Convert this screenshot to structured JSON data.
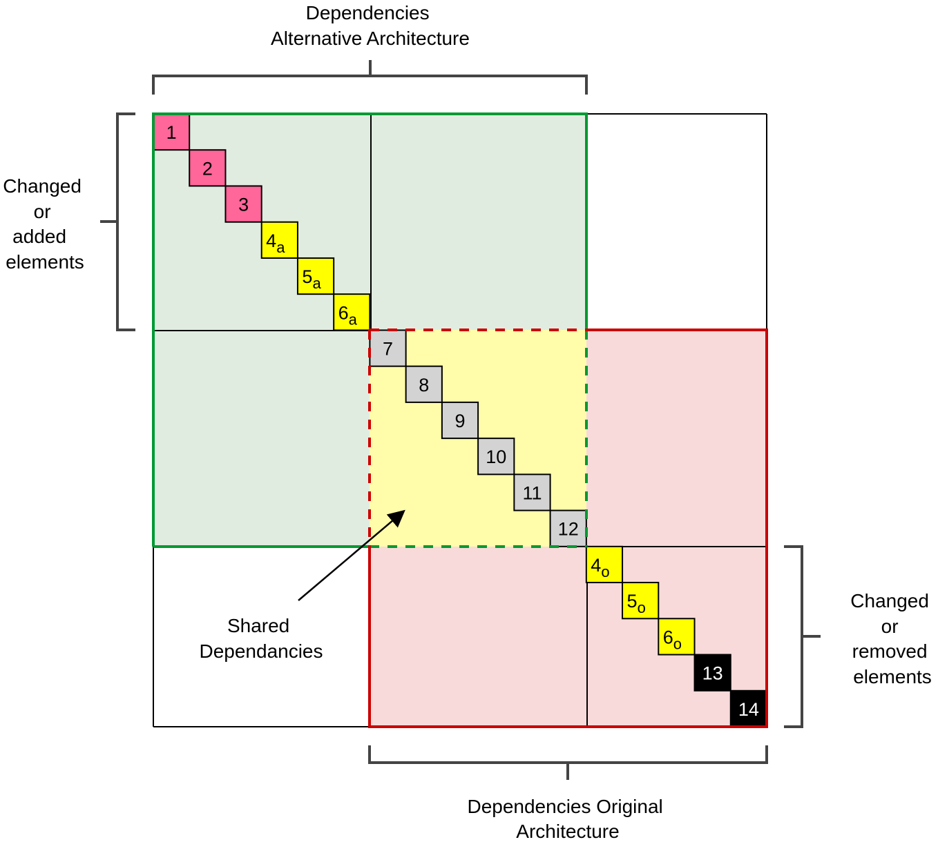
{
  "labels": {
    "top": [
      "Dependencies",
      "Alternative Architecture"
    ],
    "bottom": [
      "Dependencies Original",
      "Architecture"
    ],
    "left": [
      "Changed",
      "or",
      "added",
      "elements"
    ],
    "right": [
      "Changed",
      "or",
      "removed",
      "elements"
    ],
    "shared": [
      "Shared",
      "Dependancies"
    ]
  },
  "cells": [
    {
      "main": "1",
      "sub": "",
      "color": "#ff6699",
      "text_color": "#000000"
    },
    {
      "main": "2",
      "sub": "",
      "color": "#ff6699",
      "text_color": "#000000"
    },
    {
      "main": "3",
      "sub": "",
      "color": "#ff6699",
      "text_color": "#000000"
    },
    {
      "main": "4",
      "sub": "a",
      "color": "#ffff00",
      "text_color": "#000000"
    },
    {
      "main": "5",
      "sub": "a",
      "color": "#ffff00",
      "text_color": "#000000"
    },
    {
      "main": "6",
      "sub": "a",
      "color": "#ffff00",
      "text_color": "#000000"
    },
    {
      "main": "7",
      "sub": "",
      "color": "#d3d3d3",
      "text_color": "#000000"
    },
    {
      "main": "8",
      "sub": "",
      "color": "#d3d3d3",
      "text_color": "#000000"
    },
    {
      "main": "9",
      "sub": "",
      "color": "#d3d3d3",
      "text_color": "#000000"
    },
    {
      "main": "10",
      "sub": "",
      "color": "#d3d3d3",
      "text_color": "#000000"
    },
    {
      "main": "11",
      "sub": "",
      "color": "#d3d3d3",
      "text_color": "#000000"
    },
    {
      "main": "12",
      "sub": "",
      "color": "#d3d3d3",
      "text_color": "#000000"
    },
    {
      "main": "4",
      "sub": "o",
      "color": "#ffff00",
      "text_color": "#000000"
    },
    {
      "main": "5",
      "sub": "o",
      "color": "#ffff00",
      "text_color": "#000000"
    },
    {
      "main": "6",
      "sub": "o",
      "color": "#ffff00",
      "text_color": "#000000"
    },
    {
      "main": "13",
      "sub": "",
      "color": "#000000",
      "text_color": "#ffffff"
    },
    {
      "main": "14",
      "sub": "",
      "color": "#000000",
      "text_color": "#ffffff"
    }
  ],
  "colors": {
    "alternative_fill": "#e1ece1",
    "alternative_border": "#009933",
    "original_fill": "#f8dada",
    "original_border": "#cc0000",
    "shared_fill": "#fffcaa",
    "bracket": "#444444"
  }
}
